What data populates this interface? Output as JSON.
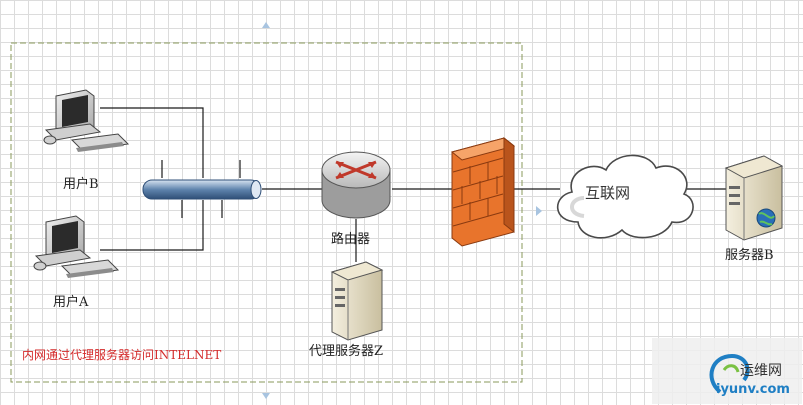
{
  "nodes": {
    "user_b": "用户B",
    "user_a": "用户A",
    "router": "路由器",
    "proxy_server": "代理服务器Z",
    "internet": "互联网",
    "server_b": "服务器B"
  },
  "caption": "内网通过代理服务器访问INTELNET",
  "watermark": {
    "text": "运维网",
    "url": "iyunv.com"
  },
  "colors": {
    "caption": "#d42a2a",
    "boundary": "#8a9a5b",
    "firewall": "#e8742c",
    "router": "#c0392b",
    "bus": "#6a8bb0",
    "watermark_url": "#1f7fc4"
  }
}
